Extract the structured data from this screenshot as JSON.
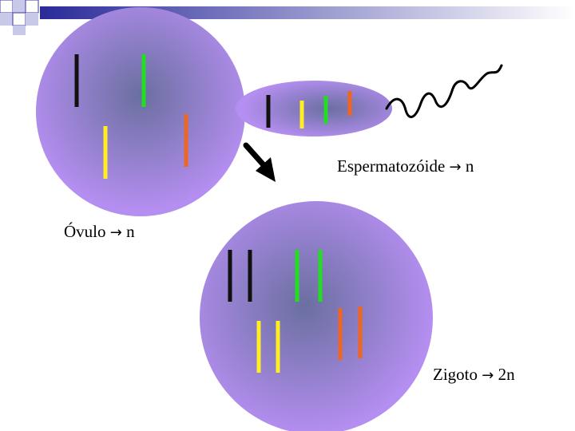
{
  "labels": {
    "ovulo": {
      "name": "Óvulo",
      "arrow": "→",
      "ploidy": "n"
    },
    "espermatozoide": {
      "name": "Espermatozóide",
      "arrow": "→",
      "ploidy": "n"
    },
    "zigoto": {
      "name": "Zigoto",
      "arrow": "→",
      "ploidy": "2n"
    }
  },
  "colors": {
    "cell_edge": "#b48ef0",
    "cell_center": "#6a6fa0",
    "chromosome_black": "#111111",
    "chromosome_green": "#22dd22",
    "chromosome_yellow": "#ffee22",
    "chromosome_orange": "#ee6622",
    "corner_squares_dark": "#3a3aa8",
    "corner_squares_light": "#c8c8e8",
    "bar_gradient_start": "#2a2a9a",
    "bar_gradient_end": "#ffffff"
  },
  "icons": {
    "arrow": "thick-down-right-arrow",
    "tail": "wavy-flagellum"
  }
}
